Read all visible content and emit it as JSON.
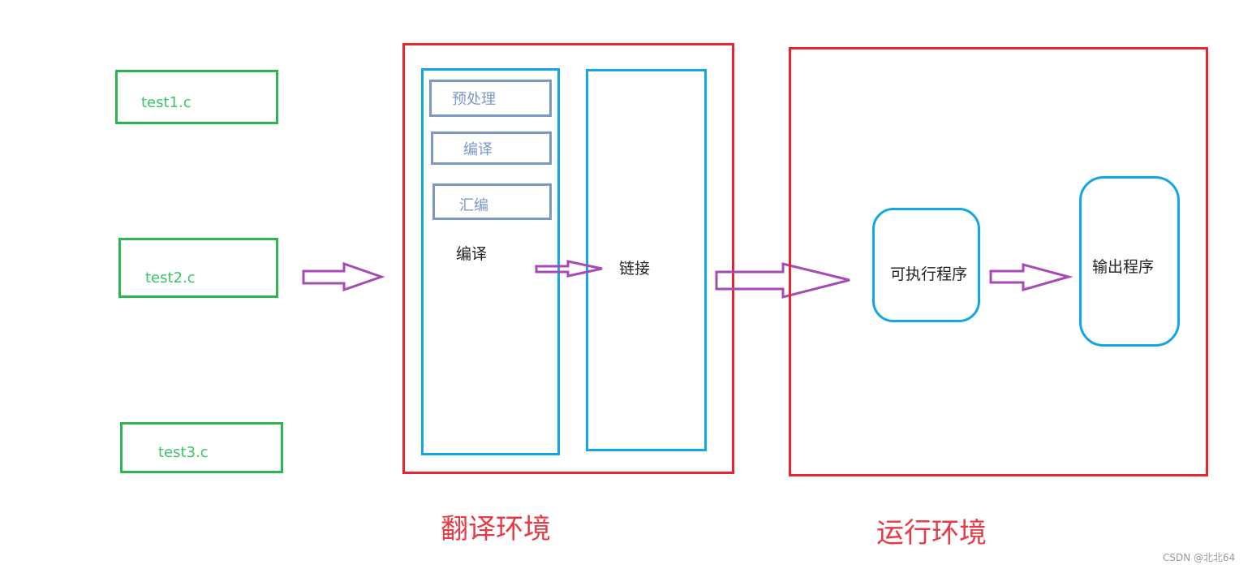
{
  "source_files": [
    {
      "label": "test1.c"
    },
    {
      "label": "test2.c"
    },
    {
      "label": "test3.c"
    }
  ],
  "translation_env": {
    "title": "翻译环境",
    "compile_group": {
      "label": "编译",
      "steps": [
        {
          "label": "预处理"
        },
        {
          "label": "编译"
        },
        {
          "label": "汇编"
        }
      ]
    },
    "link": {
      "label": "链接"
    }
  },
  "runtime_env": {
    "title": "运行环境",
    "executable": {
      "label": "可执行程序"
    },
    "output": {
      "label": "输出程序"
    }
  },
  "watermark": "CSDN @北北64",
  "colors": {
    "source_box": "#2db552",
    "environment_box": "#e8252f",
    "stage_box": "#13a6e4",
    "step_box": "#7b99c6",
    "arrow": "#a64ab4"
  }
}
